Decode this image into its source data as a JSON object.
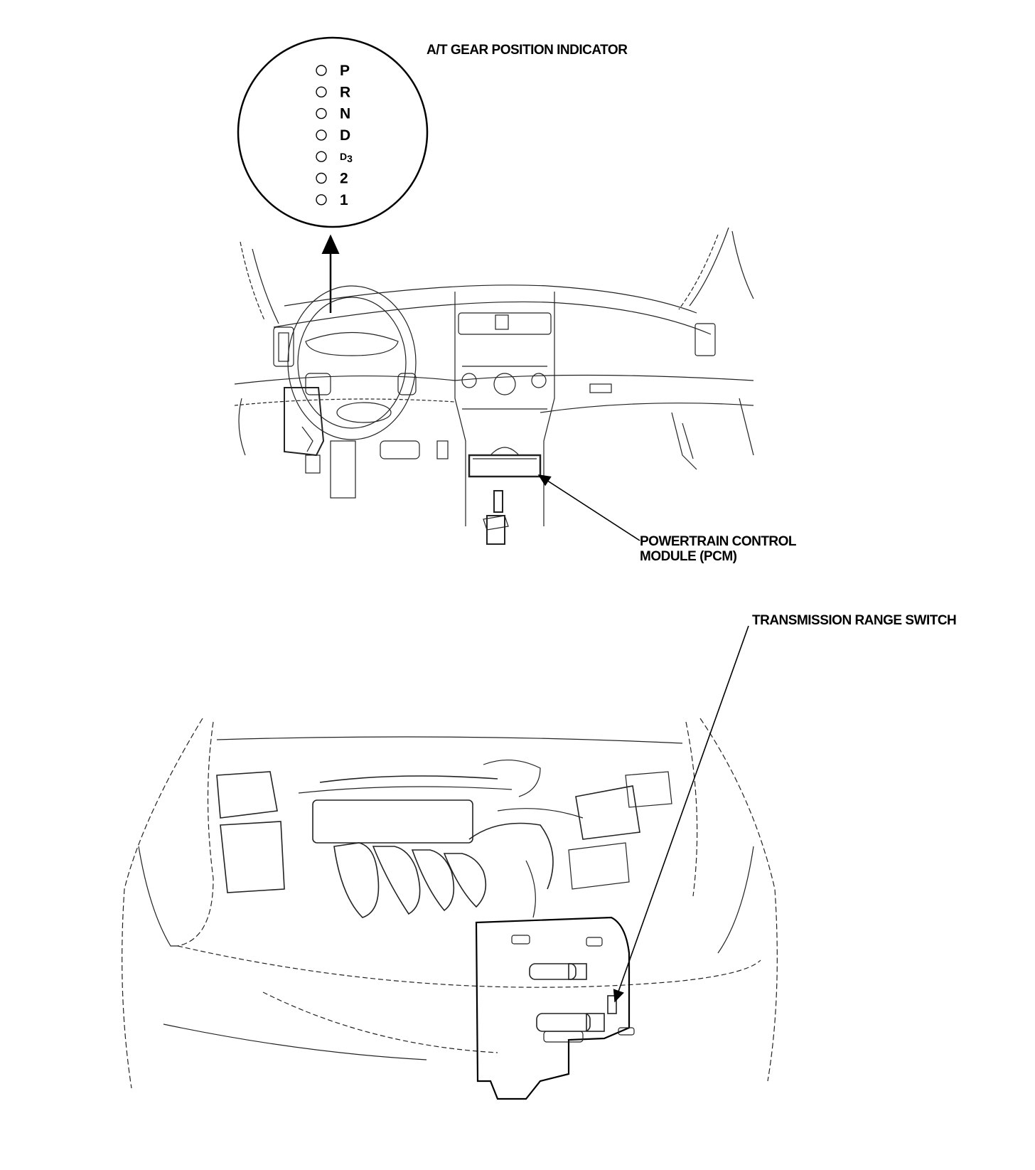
{
  "labels": {
    "indicator": "A/T GEAR POSITION INDICATOR",
    "pcm_line1": "POWERTRAIN CONTROL",
    "pcm_line2": "MODULE (PCM)",
    "trs": "TRANSMISSION RANGE SWITCH"
  },
  "gears": [
    {
      "label": "P"
    },
    {
      "label": "R"
    },
    {
      "label": "N"
    },
    {
      "label": "D"
    },
    {
      "label": "D3"
    },
    {
      "label": "2"
    },
    {
      "label": "1"
    }
  ]
}
